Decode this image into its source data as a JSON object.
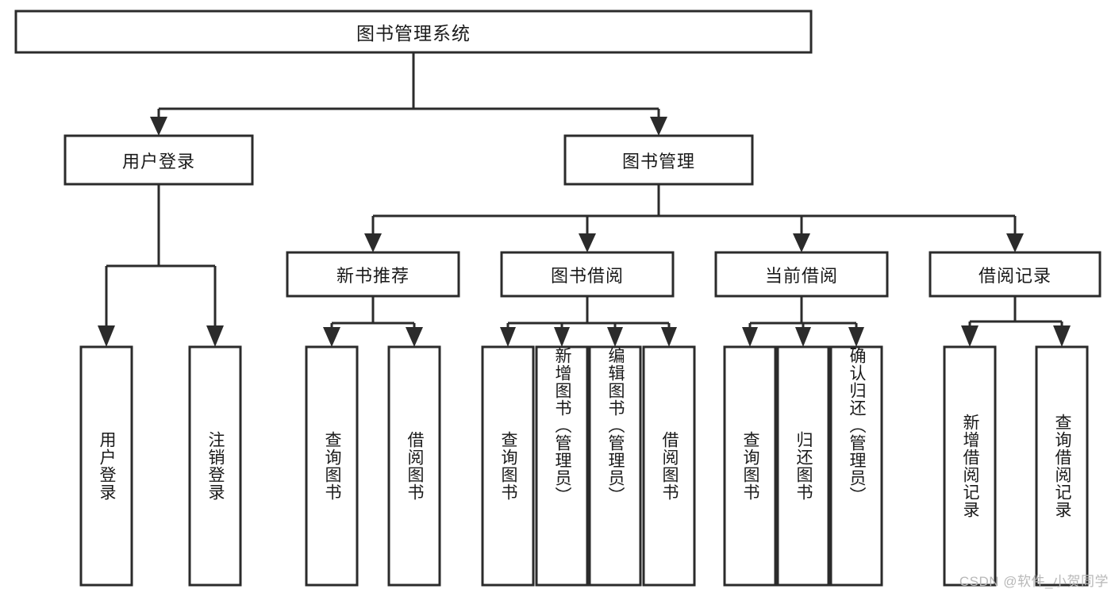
{
  "diagram": {
    "type": "tree",
    "title": "图书管理系统",
    "orientation": "top-down",
    "watermark": "CSDN @软件_小贺同学",
    "colors": {
      "box_stroke": "#2b2b2b",
      "box_fill": "#ffffff",
      "connector": "#2b2b2b",
      "text": "#1a1a1a",
      "watermark": "#b8b8b8",
      "background": "#ffffff"
    },
    "root": {
      "label": "图书管理系统"
    },
    "level2": [
      {
        "label": "用户登录"
      },
      {
        "label": "图书管理"
      }
    ],
    "level3": [
      {
        "label": "新书推荐"
      },
      {
        "label": "图书借阅"
      },
      {
        "label": "当前借阅"
      },
      {
        "label": "借阅记录"
      }
    ],
    "leaves": {
      "用户登录": [
        "用户登录",
        "注销登录"
      ],
      "新书推荐": [
        "查询图书",
        "借阅图书"
      ],
      "图书借阅": [
        "查询图书",
        "新增图书（管理员）",
        "编辑图书（管理员）",
        "借阅图书"
      ],
      "当前借阅": [
        "查询图书",
        "归还图书",
        "确认归还（管理员）"
      ],
      "借阅记录": [
        "新增借阅记录",
        "查询借阅记录"
      ]
    },
    "leaf_list": [
      "用户登录",
      "注销登录",
      "查询图书",
      "借阅图书",
      "查询图书",
      "新增图书（管理员）",
      "编辑图书（管理员）",
      "借阅图书",
      "查询图书",
      "归还图书",
      "确认归还（管理员）",
      "新增借阅记录",
      "查询借阅记录"
    ]
  }
}
